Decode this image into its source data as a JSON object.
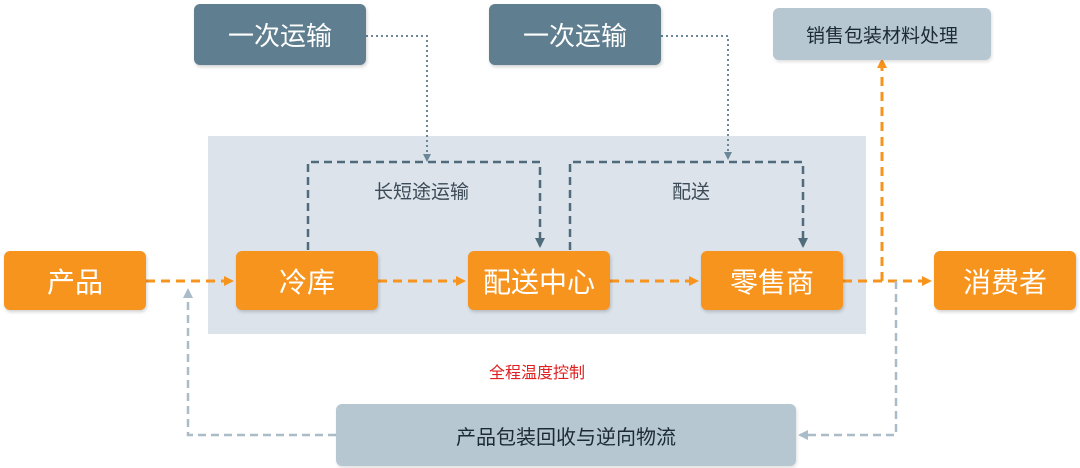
{
  "nodes": {
    "product": "产品",
    "cold_storage": "冷库",
    "distribution_center": "配送中心",
    "retailer": "零售商",
    "consumer": "消费者",
    "primary_transport_1": "一次运输",
    "primary_transport_2": "一次运输",
    "sales_packaging": "销售包装材料处理",
    "reverse_logistics": "产品包装回收与逆向物流"
  },
  "labels": {
    "long_short_transport": "长短途运输",
    "delivery": "配送",
    "temperature_control": "全程温度控制"
  },
  "colors": {
    "orange": "#f7941d",
    "slate": "#5f7f91",
    "pale": "#b6c7d2",
    "panel": "#dce3ea",
    "red": "#e02020"
  }
}
